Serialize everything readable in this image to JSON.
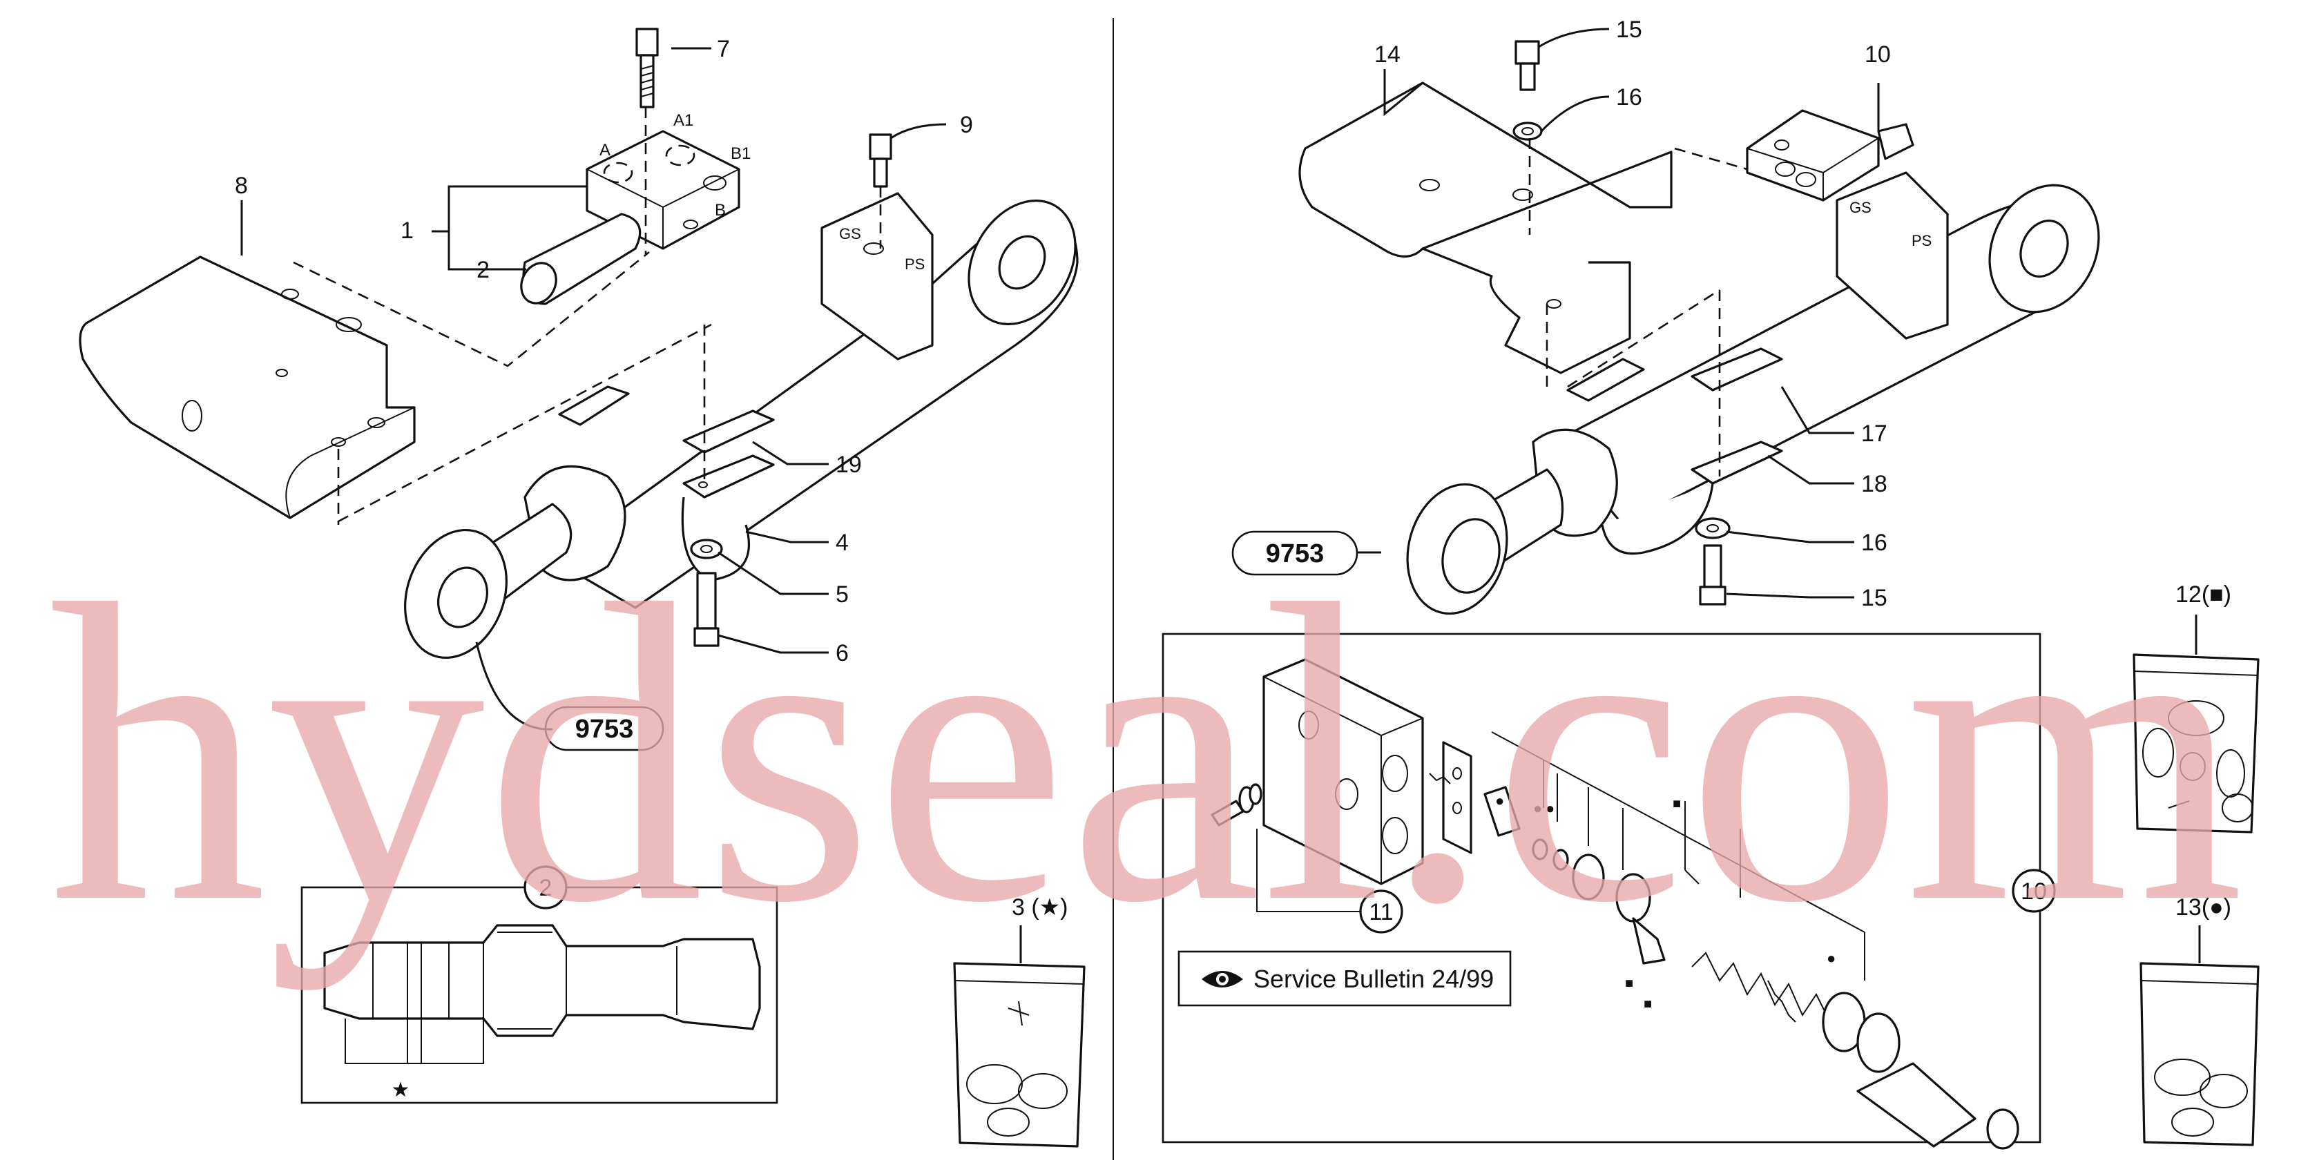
{
  "callouts": {
    "c1": "1",
    "c2": "2",
    "c3": "3 (★)",
    "c4": "4",
    "c5": "5",
    "c6": "6",
    "c7": "7",
    "c8": "8",
    "c9": "9",
    "c10": "10",
    "c11": "11",
    "c12": "12(■)",
    "c13": "13(●)",
    "c14": "14",
    "c15a": "15",
    "c15b": "15",
    "c16a": "16",
    "c16b": "16",
    "c17": "17",
    "c18": "18",
    "c19": "19"
  },
  "port_labels": {
    "a": "A",
    "a1": "A1",
    "b": "B",
    "b1": "B1",
    "gs_left": "GS",
    "ps_left": "PS",
    "gs_right": "GS",
    "ps_right": "PS"
  },
  "badges": {
    "ref_left": "9753",
    "ref_right": "9753",
    "circle_detail_2": "2",
    "circle_detail_10": "10",
    "circle_detail_11": "11"
  },
  "service_bulletin": {
    "icon": "eye-icon",
    "text": "Service Bulletin 24/99"
  },
  "symbols": {
    "star": "★",
    "square": "■",
    "dot": "●"
  },
  "watermark": "hydseal.com"
}
